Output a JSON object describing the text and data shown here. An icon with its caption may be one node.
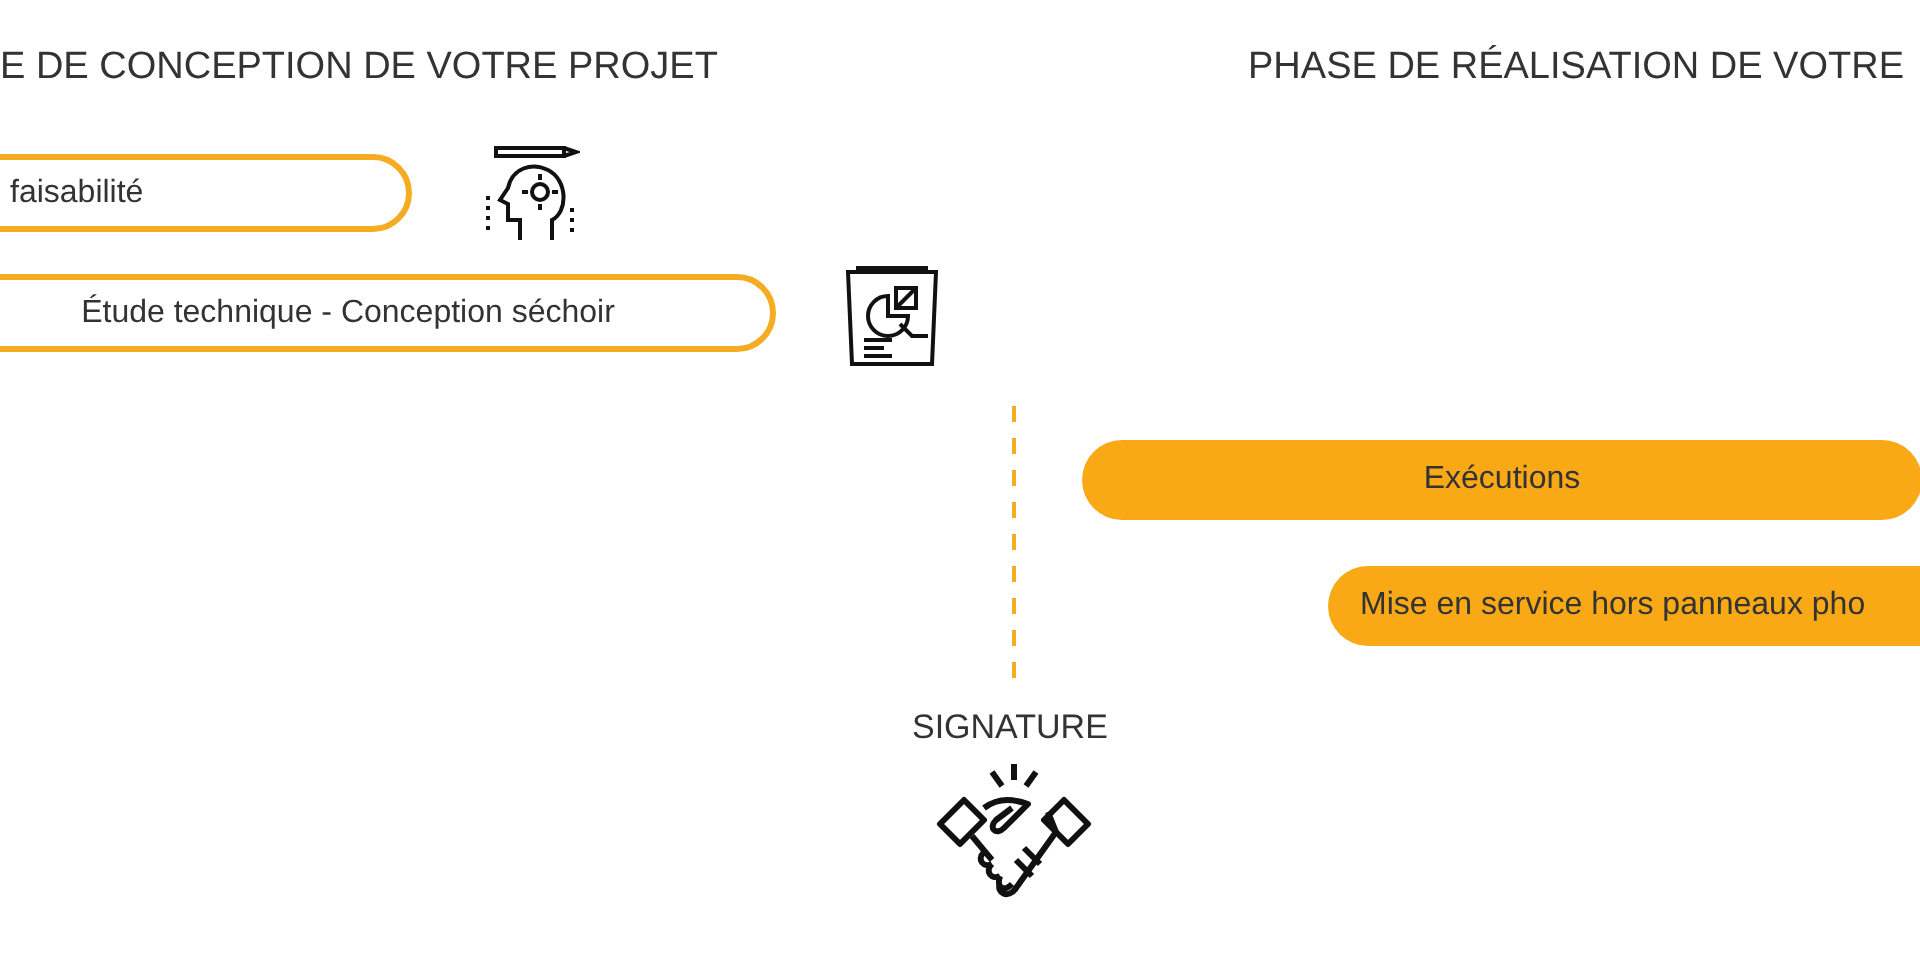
{
  "diagram": {
    "nodes": [
      {
        "text": [
          "faisabilité"
        ]
      },
      {
        "text": [
          "Étude technique - Conception séchoir"
        ]
      },
      {
        "text": [
          "Exécutions"
        ]
      },
      {
        "text": [
          "Mise en service hors panneaux pho"
        ]
      }
    ],
    "labels": [
      "E DE CONCEPTION DE VOTRE PROJET",
      "PHASE DE RÉALISATION DE VOTRE",
      "SIGNATURE"
    ]
  }
}
